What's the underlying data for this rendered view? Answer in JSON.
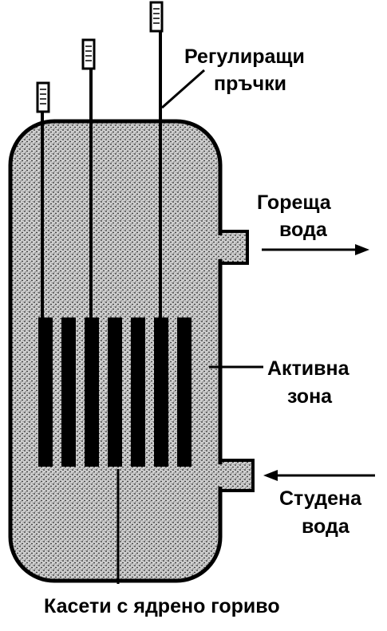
{
  "labels": {
    "control_rods": [
      "Регулиращи",
      "пръчки"
    ],
    "hot_water": [
      "Гореща",
      "вода"
    ],
    "core": [
      "Активна",
      "зона"
    ],
    "cold_water": [
      "Студена",
      "вода"
    ],
    "fuel_cassettes": "Касети с ядрено гориво"
  },
  "colors": {
    "ink": "#000000",
    "paper": "#ffffff"
  }
}
